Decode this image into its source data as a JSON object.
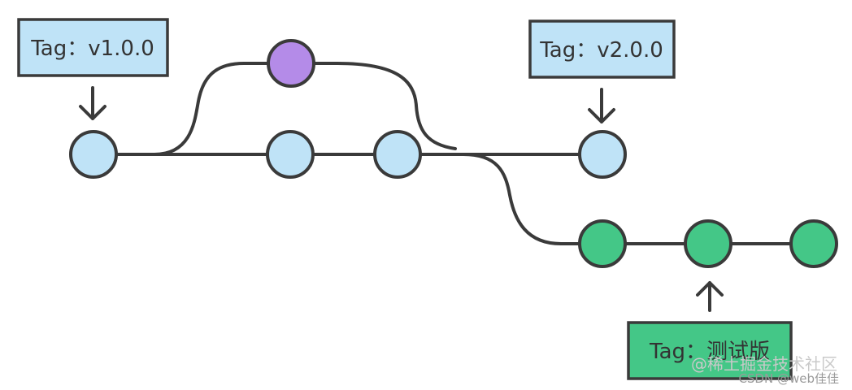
{
  "colors": {
    "main_branch": "#bfe3f7",
    "feature_branch": "#b48be8",
    "test_branch": "#44c787",
    "tag_main": "#bfe3f7",
    "tag_test": "#44c787",
    "stroke": "#3a3a3a"
  },
  "tags": {
    "v1": "Tag：v1.0.0",
    "v2": "Tag：v2.0.0",
    "test": "Tag：测试版"
  },
  "watermark": {
    "faint": "@稀土掘金技术社区",
    "csdn": "CSDN @web佳佳"
  }
}
